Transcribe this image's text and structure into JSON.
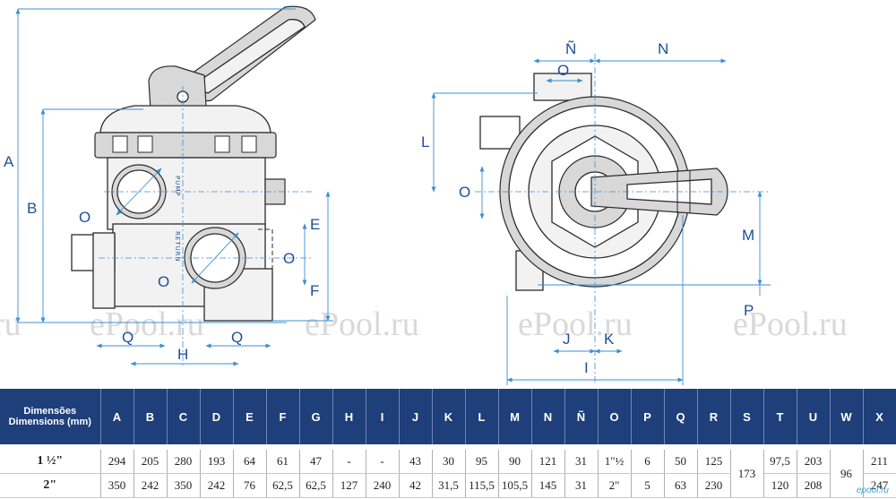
{
  "dimension_labels": {
    "A": "A",
    "B": "B",
    "O": "O",
    "E": "E",
    "F": "F",
    "Q": "Q",
    "H": "H",
    "N_tilde": "Ñ",
    "N": "N",
    "L": "L",
    "M": "M",
    "P": "P",
    "J": "J",
    "K": "K",
    "I": "I"
  },
  "port_labels": {
    "pump": "PUMP",
    "return": "RETURN"
  },
  "watermark": "ePool.ru",
  "watermark_partial": "ru",
  "logo": "epool.ru",
  "table": {
    "header_label": [
      "Dimensões",
      "Dimensions (mm)"
    ],
    "columns": [
      "A",
      "B",
      "C",
      "D",
      "E",
      "F",
      "G",
      "H",
      "I",
      "J",
      "K",
      "L",
      "M",
      "N",
      "Ñ",
      "O",
      "P",
      "Q",
      "R",
      "S",
      "T",
      "U",
      "W",
      "X"
    ],
    "rows": [
      {
        "label": "1 ½\"",
        "values": [
          "294",
          "205",
          "280",
          "193",
          "64",
          "61",
          "47",
          "-",
          "-",
          "43",
          "30",
          "95",
          "90",
          "121",
          "31",
          "1\"½",
          "6",
          "50",
          "125",
          "",
          "97,5",
          "203",
          "",
          "211"
        ]
      },
      {
        "label": "2\"",
        "values": [
          "350",
          "242",
          "350",
          "242",
          "76",
          "62,5",
          "62,5",
          "127",
          "240",
          "42",
          "31,5",
          "115,5",
          "105,5",
          "145",
          "31",
          "2\"",
          "5",
          "63",
          "230",
          "",
          "120",
          "208",
          "",
          "247"
        ]
      }
    ],
    "merged": {
      "S": "173",
      "W": "96"
    }
  },
  "colors": {
    "header_bg": "#1f3f7a",
    "dimension_blue": "#3d8fd0",
    "label_blue": "#1e4f9a"
  }
}
